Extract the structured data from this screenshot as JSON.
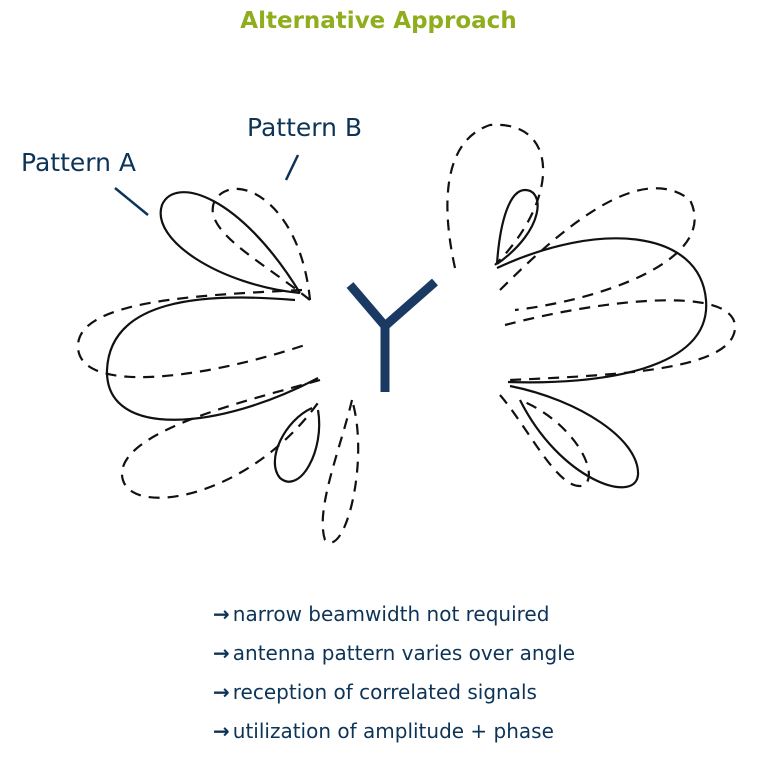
{
  "title": "Alternative Approach",
  "labels": {
    "pattern_a": "Pattern A",
    "pattern_b": "Pattern B"
  },
  "bullets": [
    {
      "arrow": "→",
      "text": "narrow beamwidth not required"
    },
    {
      "arrow": "→",
      "text": "antenna pattern varies over angle"
    },
    {
      "arrow": "→",
      "text": "reception of correlated signals"
    },
    {
      "arrow": "→",
      "text": "utilization of amplitude + phase"
    }
  ],
  "colors": {
    "title": "#8fad1c",
    "text": "#0d3457",
    "antenna": "#1b3a63"
  }
}
